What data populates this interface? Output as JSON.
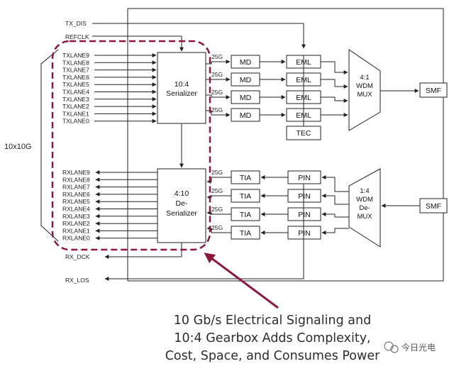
{
  "signals": {
    "tx_dis": "TX_DIS",
    "refclk": "REFCLK",
    "rx_dck": "RX_DCK",
    "rx_los": "RX_LOS"
  },
  "tx_lanes": [
    "TXLANE9",
    "TXLANE8",
    "TXLANE7",
    "TXLANE6",
    "TXLANE5",
    "TXLANE4",
    "TXLANE3",
    "TXLANE2",
    "TXLANE1",
    "TXLANE0"
  ],
  "rx_lanes": [
    "RXLANE9",
    "RXLANE8",
    "RXLANE7",
    "RXLANE6",
    "RXLANE5",
    "RXLANE4",
    "RXLANE3",
    "RXLANE2",
    "RXLANE1",
    "RXLANE0"
  ],
  "side_label": "10x10G",
  "serializer": {
    "line1": "10:4",
    "line2": "Serializer"
  },
  "deserializer": {
    "line1": "4:10",
    "line2": "De-",
    "line3": "Serializer"
  },
  "rate_label": "25G",
  "md_label": "MD",
  "eml_label": "EML",
  "tec_label": "TEC",
  "tia_label": "TIA",
  "pin_label": "PIN",
  "mux": {
    "line1": "4:1",
    "line2": "WDM",
    "line3": "MUX"
  },
  "demux": {
    "line1": "1:4",
    "line2": "WDM",
    "line3": "De-",
    "line4": "MUX"
  },
  "smf_label": "SMF",
  "caption": [
    "10 Gb/s Electrical Signaling and",
    "10:4 Gearbox Adds Complexity,",
    "Cost, Space, and Consumes Power"
  ],
  "watermark": "今日光电",
  "colors": {
    "highlight": "#8b1a3a",
    "line": "#222222"
  }
}
